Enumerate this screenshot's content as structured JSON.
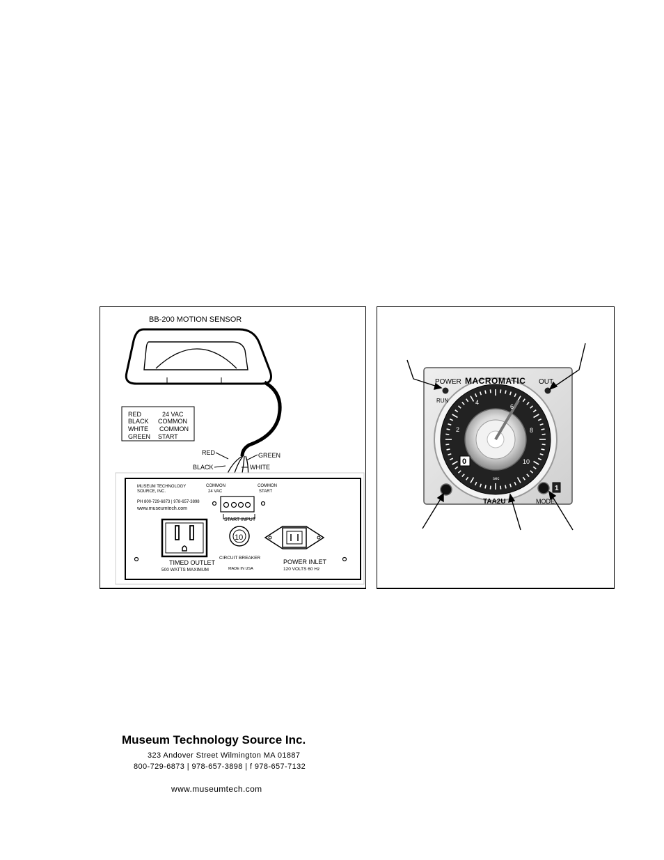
{
  "left_panel": {
    "title": "BB-200 MOTION SENSOR",
    "legend": [
      {
        "wire": "RED",
        "function": "24 VAC"
      },
      {
        "wire": "BLACK",
        "function": "COMMON"
      },
      {
        "wire": "WHITE",
        "function": "COMMON"
      },
      {
        "wire": "GREEN",
        "function": "START"
      }
    ],
    "wire_labels": {
      "red": "RED",
      "black": "BLACK",
      "green": "GREEN",
      "white": "WHITE"
    },
    "box": {
      "company_line1": "MUSEUM TECHNOLOGY",
      "company_line2": "SOURCE, INC.",
      "phone": "PH 800-729-6873 | 978-657-3898",
      "website": "www.museumtech.com",
      "terminal_common_left": "COMMON",
      "terminal_24vac": "24 VAC",
      "terminal_common_right": "COMMON",
      "terminal_start": "START",
      "start_input": "START INPUT",
      "breaker_value": "10",
      "breaker_label": "CIRCUIT BREAKER",
      "made_in": "MADE IN USA",
      "outlet_label1": "TIMED OUTLET",
      "outlet_label2": "500 WATTS MAXIMUM",
      "inlet_label1": "POWER INLET",
      "inlet_label2": "120 VOLTS 60 Hz"
    }
  },
  "right_panel": {
    "brand": "MACROMATIC",
    "power": "POWER",
    "run": "RUN",
    "out": "OUT",
    "model": "TAA2U",
    "mode": "MODE",
    "mode_value": "1",
    "unit": "sec",
    "dial_numbers": [
      "0",
      "2",
      "4",
      "6",
      "8",
      "10"
    ]
  },
  "footer": {
    "company": "Museum Technology Source Inc.",
    "address": "323 Andover Street Wilmington MA 01887",
    "phones": "800-729-6873 | 978-657-3898 | f 978-657-7132",
    "website": "www.museumtech.com"
  }
}
